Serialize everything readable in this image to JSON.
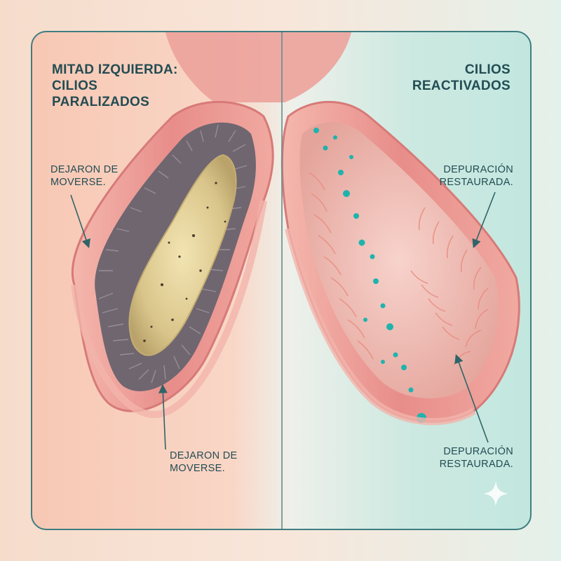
{
  "left_panel": {
    "title_lines": [
      "MITAD IZQUIERDA:",
      "CILIOS",
      "PARALIZADOS"
    ],
    "label_top_lines": [
      "DEJARON DE",
      "MOVERSE."
    ],
    "label_bottom_lines": [
      "DEJARON DE",
      "MOVERSE."
    ]
  },
  "right_panel": {
    "title_lines": [
      "CILIOS",
      "REACTIVADOS"
    ],
    "label_top_lines": [
      "DEPURACIÓN",
      "RESTAURADA."
    ],
    "label_bottom_lines": [
      "DEPURACIÓN",
      "RESTAURADA."
    ]
  },
  "colors": {
    "frame_border": "#3f7d80",
    "text": "#234c53",
    "tube_wall": "#e98c8c",
    "mucus": "#dcc98e",
    "paralyzed_cilia": "#8a7f86",
    "active_cilia": "#e79a8e",
    "particles": "#1fb3ad"
  },
  "icons": [
    "sparkle-icon"
  ]
}
